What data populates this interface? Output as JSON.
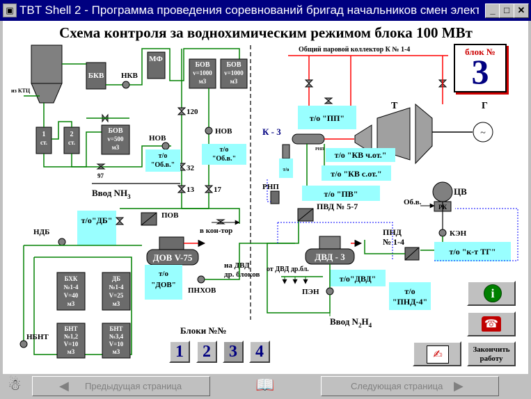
{
  "window": {
    "title": "TBT Shell 2 - Программа проведения соревнований бригад начальников смен элект...",
    "icon": "app-icon",
    "min_glyph": "_",
    "max_glyph": "□",
    "close_glyph": "✕"
  },
  "page": {
    "title": "Схема контроля за водно­химическим режимом блока 100 МВт"
  },
  "block_badge": {
    "label": "блок №",
    "number": "3"
  },
  "left_scheme": {
    "bkv": "БКВ",
    "nkv": "НКВ",
    "mf": "МФ",
    "iz_ktc": "из КТЦ",
    "bov1": [
      "БОВ",
      "v=1000",
      "м3"
    ],
    "bov2": [
      "БОВ",
      "v=1000",
      "м3"
    ],
    "bov500": [
      "БОВ",
      "v=500",
      "м3"
    ],
    "st1": [
      "1",
      "ст."
    ],
    "st2": [
      "2",
      "ст."
    ],
    "v97": "97",
    "v120": "120",
    "v32": "32",
    "v13": "13",
    "v17": "17",
    "nov1": "НОВ",
    "nov2": "НОВ",
    "to_obv1": [
      "т/о",
      "\"Об.в.\""
    ],
    "to_obv2": [
      "т/о",
      "\"Об.в.\""
    ],
    "vvod_nh3": "Ввод NH",
    "vvod_nh3_sub": "3",
    "pov": "ПОВ",
    "v_kontor": "в кон-тор",
    "to_db": "т/о\"ДБ\"",
    "ndb": "НДБ",
    "dov": "ДОВ V-75",
    "to_dov": [
      "т/о",
      "\"ДОВ\""
    ],
    "pnhov": "ПНХОВ",
    "na_dvd": [
      "на ДВД",
      "др. блоков"
    ],
    "bhk": [
      "БХК",
      "№1-4",
      "V=40",
      "м3"
    ],
    "db": [
      "ДБ",
      "№1-4",
      "V=25",
      "м3"
    ],
    "bnt1": [
      "БНТ",
      "№1,2",
      "V=10",
      "м3"
    ],
    "bnt2": [
      "БНТ",
      "№3,4",
      "V=10",
      "м3"
    ],
    "nbnt": "НБНТ"
  },
  "right_scheme": {
    "collector": "Общий паровой коллектор К № 1-4",
    "to_pp": "т/о \"ПП\"",
    "t": "Т",
    "g": "Г",
    "k3": "К - 3",
    "rnp_small": "РНП",
    "to_small": "т/о",
    "to_kv_chot": "т/о \"КВ ч.от.\"",
    "to_kv_sot": "т/о \"КВ с.от.\"",
    "rnp": "РНП",
    "to_pv": "т/о \"ПВ\"",
    "pvd": "ПВД № 5-7",
    "cv": "ЦВ",
    "obv": "Об.в.",
    "rk": "РК",
    "ken": "КЭН",
    "pnd": [
      "ПНД",
      "№ 1-4"
    ],
    "to_kt": "т/о \"к-т ТГ\"",
    "dvd": "ДВД - 3",
    "ot_dvd": "от ДВД др.бл.",
    "to_dvd": "т/о\"ДВД\"",
    "pen": "ПЭН",
    "to_pnd4": [
      "т/о",
      "\"ПНД-4\""
    ],
    "vvod_n2h4": "Ввод N",
    "vvod_n2h4_sub": "2",
    "vvod_n2h4_rest": "H",
    "vvod_n2h4_sub2": "4"
  },
  "blocks": {
    "label": "Блоки №№",
    "buttons": [
      "1",
      "2",
      "3",
      "4"
    ],
    "active": "3"
  },
  "side_buttons": {
    "info": "info-icon",
    "phone": "phone-icon",
    "finish": [
      "Закончить",
      "работу"
    ]
  },
  "statusbar": {
    "prev": "Предыдущая страница",
    "next": "Следующая страница",
    "book": "book-icon",
    "agent": "agent-icon"
  },
  "colors": {
    "pipe_green": "#008000",
    "pipe_blue": "#0000ff",
    "steam_red": "#ff0000",
    "sample_bg": "#99ffff",
    "tank_fill": "#6b6b6b",
    "title_blue": "#000080"
  }
}
